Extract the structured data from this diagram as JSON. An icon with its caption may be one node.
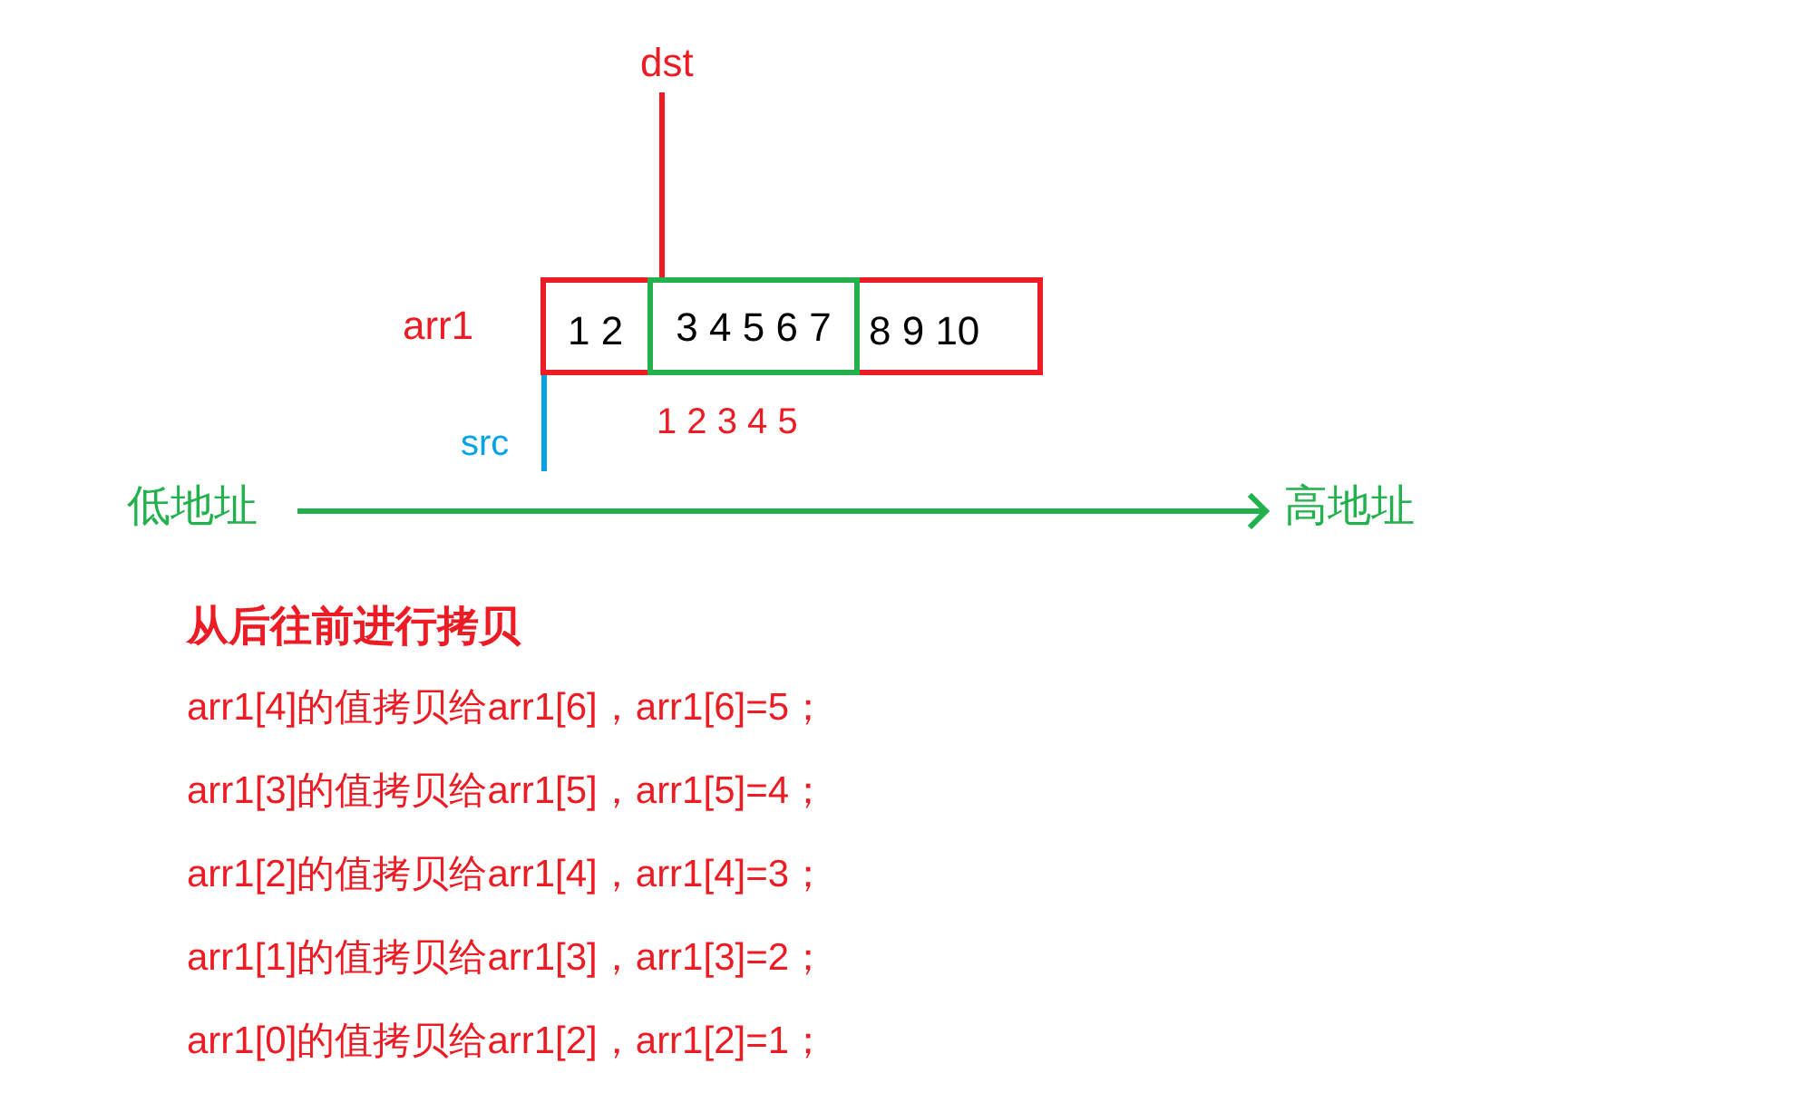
{
  "diagram": {
    "nodes": [
      {
        "text": [
          "1 2",
          "8 9 10"
        ],
        "beside": [
          "arr1"
        ]
      },
      {
        "text": [
          "3 4 5 6 7"
        ],
        "in": 0
      },
      {
        "text": [
          "dst"
        ]
      },
      {
        "text": [
          "src"
        ]
      },
      {
        "text": [
          "低地址"
        ]
      },
      {
        "text": [
          "高地址"
        ]
      }
    ],
    "edges": [
      {
        "from": 2,
        "to": 1,
        "arrow": "none",
        "color": "#ed1c24"
      },
      {
        "from": 3,
        "to": 0,
        "arrow": "none",
        "color": "#00a2e8"
      },
      {
        "from": 4,
        "to": 5,
        "arrow": "to",
        "color": "#22b14c"
      }
    ],
    "labels": [
      "1 2 3 4 5",
      "从后往前进行拷贝",
      "arr1[4]的值拷贝给arr1[6]，arr1[6]=5；",
      "arr1[3]的值拷贝给arr1[5]，arr1[5]=4；",
      "arr1[2]的值拷贝给arr1[4]，arr1[4]=3；",
      "arr1[1]的值拷贝给arr1[3]，arr1[3]=2；",
      "arr1[0]的值拷贝给arr1[2]，arr1[2]=1；"
    ]
  }
}
